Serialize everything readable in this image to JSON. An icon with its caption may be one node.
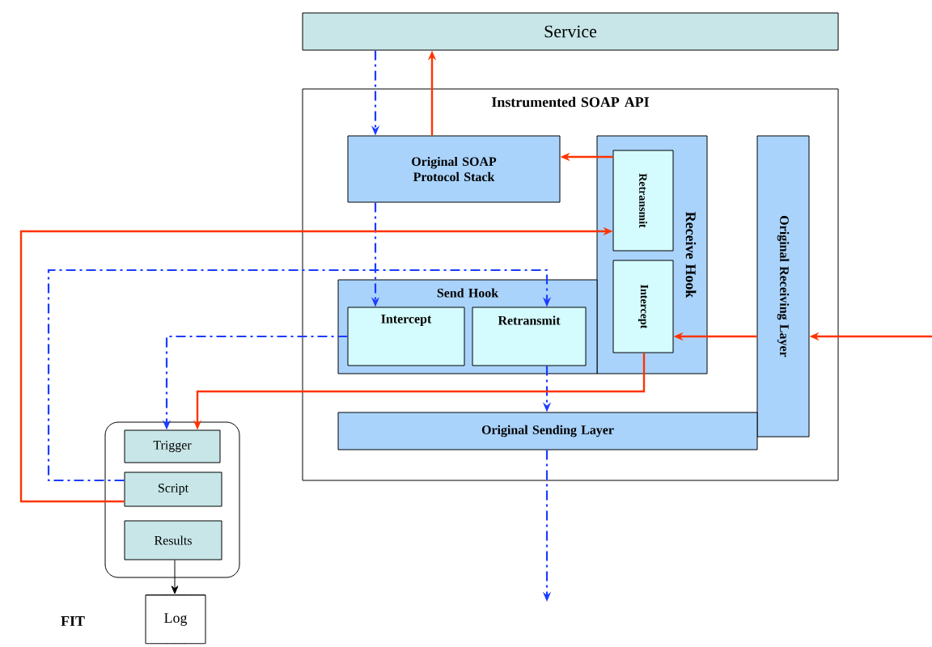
{
  "diagram": {
    "nodes": [
      {
        "text": [
          "Service"
        ]
      },
      {
        "text": [
          "Instrumented SOAP API"
        ]
      },
      {
        "text": [
          "Original SOAP Protocol Stack"
        ],
        "in": 1
      },
      {
        "text": [
          "Receive Hook"
        ],
        "in": 1
      },
      {
        "text": [
          "Retransmit"
        ],
        "in": 3
      },
      {
        "text": [
          "Intercept"
        ],
        "in": 3
      },
      {
        "text": [
          "Original Receiving Layer"
        ],
        "in": 1
      },
      {
        "text": [
          "Send Hook"
        ],
        "in": 1
      },
      {
        "text": [
          "Intercept"
        ],
        "in": 7
      },
      {
        "text": [
          "Retransmit"
        ],
        "in": 7
      },
      {
        "text": [
          "Original Sending Layer"
        ],
        "in": 1
      },
      {
        "text": [],
        "shape": "box",
        "beside": [
          "FIT"
        ]
      },
      {
        "text": [
          "Trigger"
        ],
        "in": 11
      },
      {
        "text": [
          "Script"
        ],
        "in": 11
      },
      {
        "text": [
          "Results"
        ],
        "in": 11
      },
      {
        "text": [
          "Log"
        ]
      }
    ],
    "edges": [
      {
        "from": 0,
        "to": 2,
        "arrow": "to",
        "style": "dashed",
        "color": "#1a3cff"
      },
      {
        "from": 2,
        "to": 0,
        "arrow": "to",
        "color": "#ff3300"
      },
      {
        "from": 4,
        "to": 2,
        "arrow": "to",
        "color": "#ff3300"
      },
      {
        "from": 2,
        "to": 8,
        "arrow": "to",
        "style": "dashed",
        "color": "#1a3cff"
      },
      {
        "from": 13,
        "to": 9,
        "arrow": "to",
        "style": "dashed",
        "color": "#1a3cff"
      },
      {
        "from": 8,
        "to": 12,
        "arrow": "to",
        "style": "dashed",
        "color": "#1a3cff"
      },
      {
        "from": 13,
        "to": 4,
        "arrow": "to",
        "color": "#ff3300"
      },
      {
        "from": 9,
        "to": 10,
        "arrow": "to",
        "style": "dashed",
        "color": "#1a3cff"
      },
      {
        "from": 5,
        "to": 12,
        "arrow": "to",
        "color": "#ff3300"
      },
      {
        "from": 6,
        "to": 5,
        "arrow": "to",
        "color": "#ff3300"
      },
      {
        "from": null,
        "to": 6,
        "arrow": "to",
        "color": "#ff3300"
      },
      {
        "from": 10,
        "to": null,
        "arrow": "to",
        "style": "dashed",
        "color": "#1a3cff"
      },
      {
        "from": 14,
        "to": 15,
        "arrow": "to",
        "color": "#000000"
      }
    ]
  }
}
